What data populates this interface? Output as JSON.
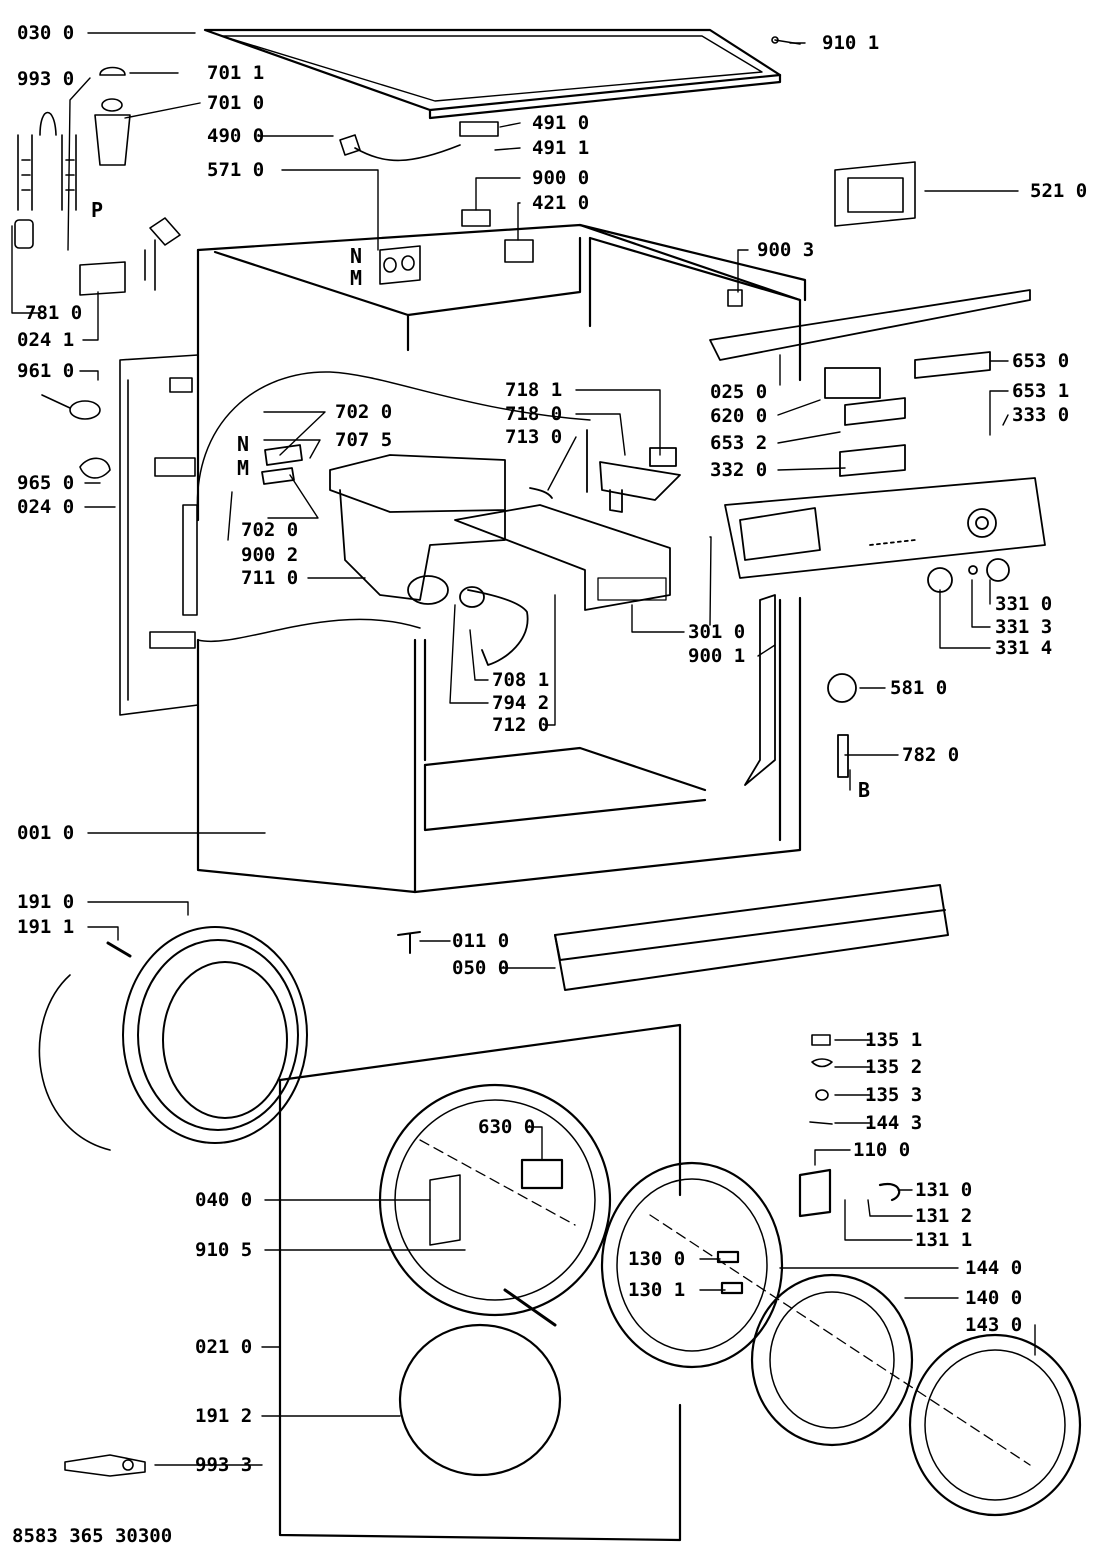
{
  "callouts": [
    {
      "id": "c0300",
      "text": "030 0"
    },
    {
      "id": "c9930",
      "text": "993 0"
    },
    {
      "id": "c7011",
      "text": "701 1"
    },
    {
      "id": "c7010",
      "text": "701 0"
    },
    {
      "id": "c4900",
      "text": "490 0"
    },
    {
      "id": "c5710",
      "text": "571 0"
    },
    {
      "id": "c9101",
      "text": "910 1"
    },
    {
      "id": "c4910",
      "text": "491 0"
    },
    {
      "id": "c4911",
      "text": "491 1"
    },
    {
      "id": "c9000",
      "text": "900 0"
    },
    {
      "id": "c4210",
      "text": "421 0"
    },
    {
      "id": "c5210",
      "text": "521 0"
    },
    {
      "id": "c9003",
      "text": "900 3"
    },
    {
      "id": "c7810",
      "text": "781 0"
    },
    {
      "id": "c0241",
      "text": "024 1"
    },
    {
      "id": "c9610",
      "text": "961 0"
    },
    {
      "id": "c9650",
      "text": "965 0"
    },
    {
      "id": "c0240",
      "text": "024 0"
    },
    {
      "id": "c7020a",
      "text": "702 0"
    },
    {
      "id": "c7075",
      "text": "707 5"
    },
    {
      "id": "c7020b",
      "text": "702 0"
    },
    {
      "id": "c9002",
      "text": "900 2"
    },
    {
      "id": "c7110",
      "text": "711 0"
    },
    {
      "id": "c7181",
      "text": "718 1"
    },
    {
      "id": "c7180",
      "text": "718 0"
    },
    {
      "id": "c7130",
      "text": "713 0"
    },
    {
      "id": "c0250",
      "text": "025 0"
    },
    {
      "id": "c6200",
      "text": "620 0"
    },
    {
      "id": "c6532",
      "text": "653 2"
    },
    {
      "id": "c3320",
      "text": "332 0"
    },
    {
      "id": "c6530",
      "text": "653 0"
    },
    {
      "id": "c6531",
      "text": "653 1"
    },
    {
      "id": "c3330",
      "text": "333 0"
    },
    {
      "id": "c3010",
      "text": "301 0"
    },
    {
      "id": "c9001",
      "text": "900 1"
    },
    {
      "id": "c3310",
      "text": "331 0"
    },
    {
      "id": "c3313",
      "text": "331 3"
    },
    {
      "id": "c3314",
      "text": "331 4"
    },
    {
      "id": "c7081",
      "text": "708 1"
    },
    {
      "id": "c7942",
      "text": "794 2"
    },
    {
      "id": "c7120",
      "text": "712 0"
    },
    {
      "id": "c5810",
      "text": "581 0"
    },
    {
      "id": "c7820",
      "text": "782 0"
    },
    {
      "id": "c0010",
      "text": "001 0"
    },
    {
      "id": "c1910",
      "text": "191 0"
    },
    {
      "id": "c1911",
      "text": "191 1"
    },
    {
      "id": "c0110",
      "text": "011 0"
    },
    {
      "id": "c0500",
      "text": "050 0"
    },
    {
      "id": "c1351",
      "text": "135 1"
    },
    {
      "id": "c1352",
      "text": "135 2"
    },
    {
      "id": "c1353",
      "text": "135 3"
    },
    {
      "id": "c1443",
      "text": "144 3"
    },
    {
      "id": "c1100",
      "text": "110 0"
    },
    {
      "id": "c6300",
      "text": "630 0"
    },
    {
      "id": "c0400",
      "text": "040 0"
    },
    {
      "id": "c9105",
      "text": "910 5"
    },
    {
      "id": "c1300",
      "text": "130 0"
    },
    {
      "id": "c1301",
      "text": "130 1"
    },
    {
      "id": "c1310",
      "text": "131 0"
    },
    {
      "id": "c1312",
      "text": "131 2"
    },
    {
      "id": "c1311",
      "text": "131 1"
    },
    {
      "id": "c1440",
      "text": "144 0"
    },
    {
      "id": "c1400",
      "text": "140 0"
    },
    {
      "id": "c1430",
      "text": "143 0"
    },
    {
      "id": "c0210",
      "text": "021 0"
    },
    {
      "id": "c1912",
      "text": "191 2"
    },
    {
      "id": "c9933",
      "text": "993 3"
    }
  ],
  "letters": {
    "P": "P",
    "N1": "N",
    "M1": "M",
    "N2": "N",
    "M2": "M",
    "B": "B"
  },
  "doc_code": "8583 365 30300"
}
